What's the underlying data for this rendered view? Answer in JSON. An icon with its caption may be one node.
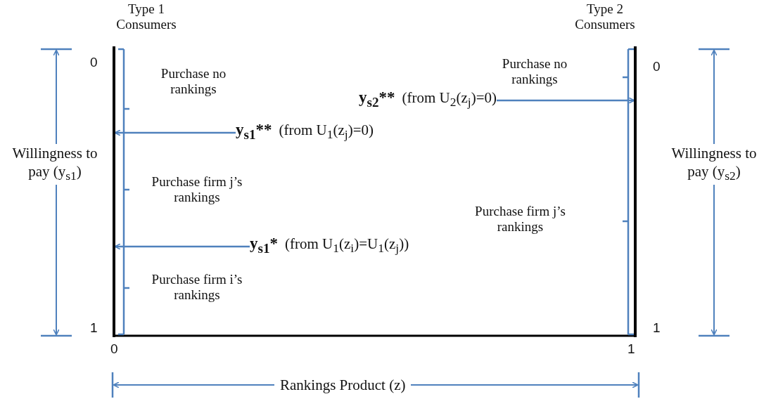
{
  "diagram": {
    "nodes": [
      {
        "text": [
          "Type 1 Consumers"
        ]
      },
      {
        "text": [
          "Type 2 Consumers"
        ]
      },
      {
        "text": [
          "y$_{s2}$**",
          "(from U$_{2}$(z$_{j}$)=0)"
        ]
      },
      {
        "text": [
          "y$_{s1}$**",
          "(from U$_{1}$(z$_{j}$)=0)"
        ]
      },
      {
        "text": [
          "y$_{s1}$*",
          "(from U$_{1}$(z$_{i}$)=U$_{1}$(z$_{j}$))"
        ]
      }
    ],
    "edges": [
      {
        "from": 2,
        "to": 1,
        "arrow": "to"
      },
      {
        "from": 3,
        "to": 0,
        "arrow": "to"
      },
      {
        "from": 4,
        "to": 0,
        "arrow": "to"
      }
    ],
    "labels": [
      "0",
      "Purchase no rankings",
      "Purchase no rankings",
      "0",
      "Willingness to pay (y$_{s1}$)",
      "Purchase firm j’s rankings",
      "Willingness to pay (y$_{s2}$)",
      "Purchase firm j’s rankings",
      "Purchase firm i’s rankings",
      "1",
      "1",
      "0",
      "1",
      "Rankings Product (z)"
    ]
  }
}
